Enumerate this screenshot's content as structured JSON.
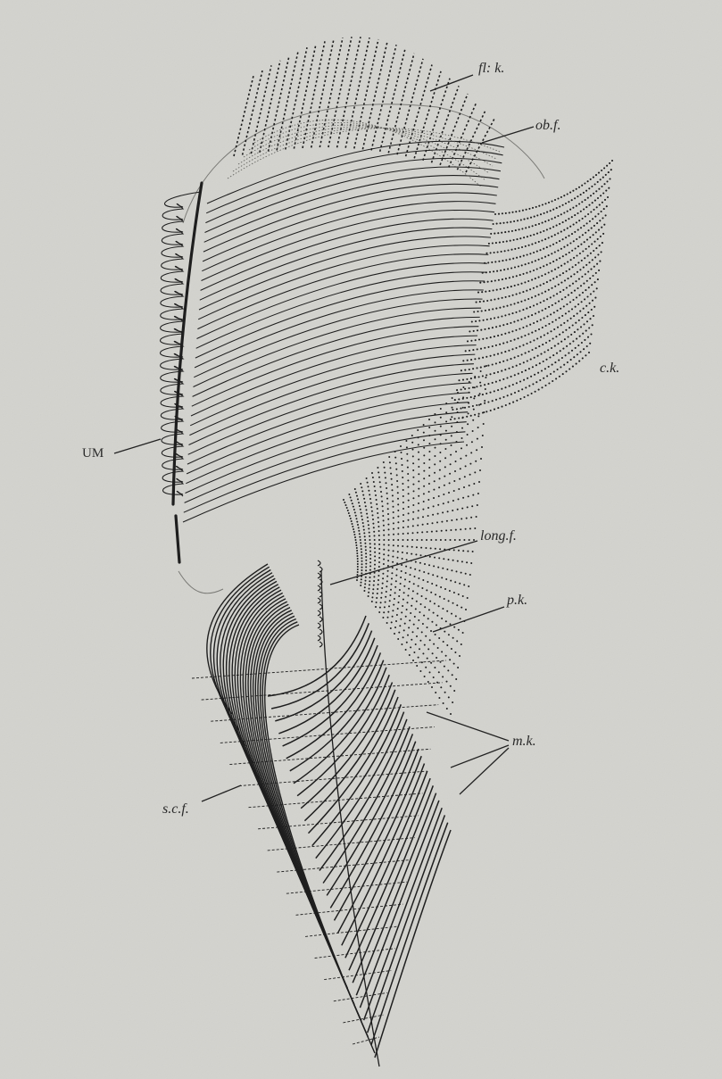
{
  "figure": {
    "labels": {
      "fl_k": "fl: k.",
      "ob_f": "ob.f.",
      "c_k": "c.k.",
      "um": "UM",
      "long_f": "long.f.",
      "p_k": "p.k.",
      "m_k": "m.k.",
      "s_c_f": "s.c.f."
    },
    "colors": {
      "paper": "#d3d3ce",
      "ink": "#1e1e1e",
      "faint_ink": "#6a6a66"
    }
  }
}
